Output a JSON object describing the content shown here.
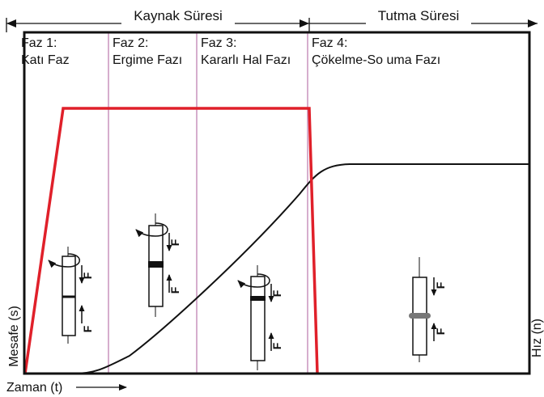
{
  "header": {
    "weld_time": "Kaynak Süresi",
    "hold_time": "Tutma Süresi"
  },
  "phases": [
    {
      "name": "Faz  1:",
      "desc": "Katı Faz"
    },
    {
      "name": "Faz 2:",
      "desc": "Ergime Fazı"
    },
    {
      "name": "Faz 3:",
      "desc": "Kararlı Hal Fazı"
    },
    {
      "name": "Faz 4:",
      "desc": "Çökelme-So  uma Fazı"
    }
  ],
  "axes": {
    "x_label": "Zaman (t)",
    "y_left_label": "Mesafe (s)",
    "y_right_label": "Hız (n)"
  },
  "force_label": "F",
  "colors": {
    "speed_curve": "#e0202a",
    "distance_curve": "#111111",
    "phase_divider": "#c48bb8",
    "frame": "#111111",
    "weld_joint": "#777777"
  }
}
